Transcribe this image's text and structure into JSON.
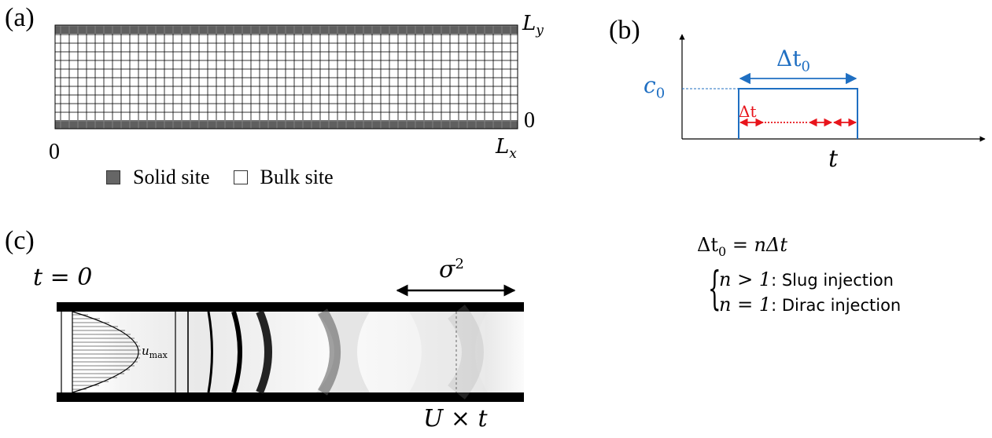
{
  "panel_a": {
    "label": "(a)",
    "axis_top": {
      "var": "L",
      "sub": "y"
    },
    "axis_right_zero": "0",
    "axis_left_zero": "0",
    "axis_bottom": {
      "var": "L",
      "sub": "x"
    },
    "legend": [
      {
        "label": "Solid site",
        "color": "#666666"
      },
      {
        "label": "Bulk site",
        "color": "#ffffff"
      }
    ]
  },
  "panel_b": {
    "label": "(b)",
    "pulse_width": {
      "var": "Δt",
      "sub": "0"
    },
    "concentration": {
      "var": "c",
      "sub": "0"
    },
    "step": {
      "var": "Δt"
    },
    "time_axis": "t",
    "colors": {
      "pulse": "#1f6fc2",
      "step": "#e8141b"
    }
  },
  "panel_c": {
    "label": "(c)",
    "time_label": "t = 0",
    "variance": {
      "var": "σ",
      "sup": "2"
    },
    "umax": {
      "var": "u",
      "sub": "max"
    },
    "displacement": "U × t"
  },
  "equations": {
    "main": {
      "lhs_var": "Δt",
      "lhs_sub": "0",
      "rhs": "= nΔt"
    },
    "cases": [
      {
        "cond": "n > 1",
        "text": ": Slug injection"
      },
      {
        "cond": "n = 1",
        "text": ": Dirac injection"
      }
    ]
  }
}
